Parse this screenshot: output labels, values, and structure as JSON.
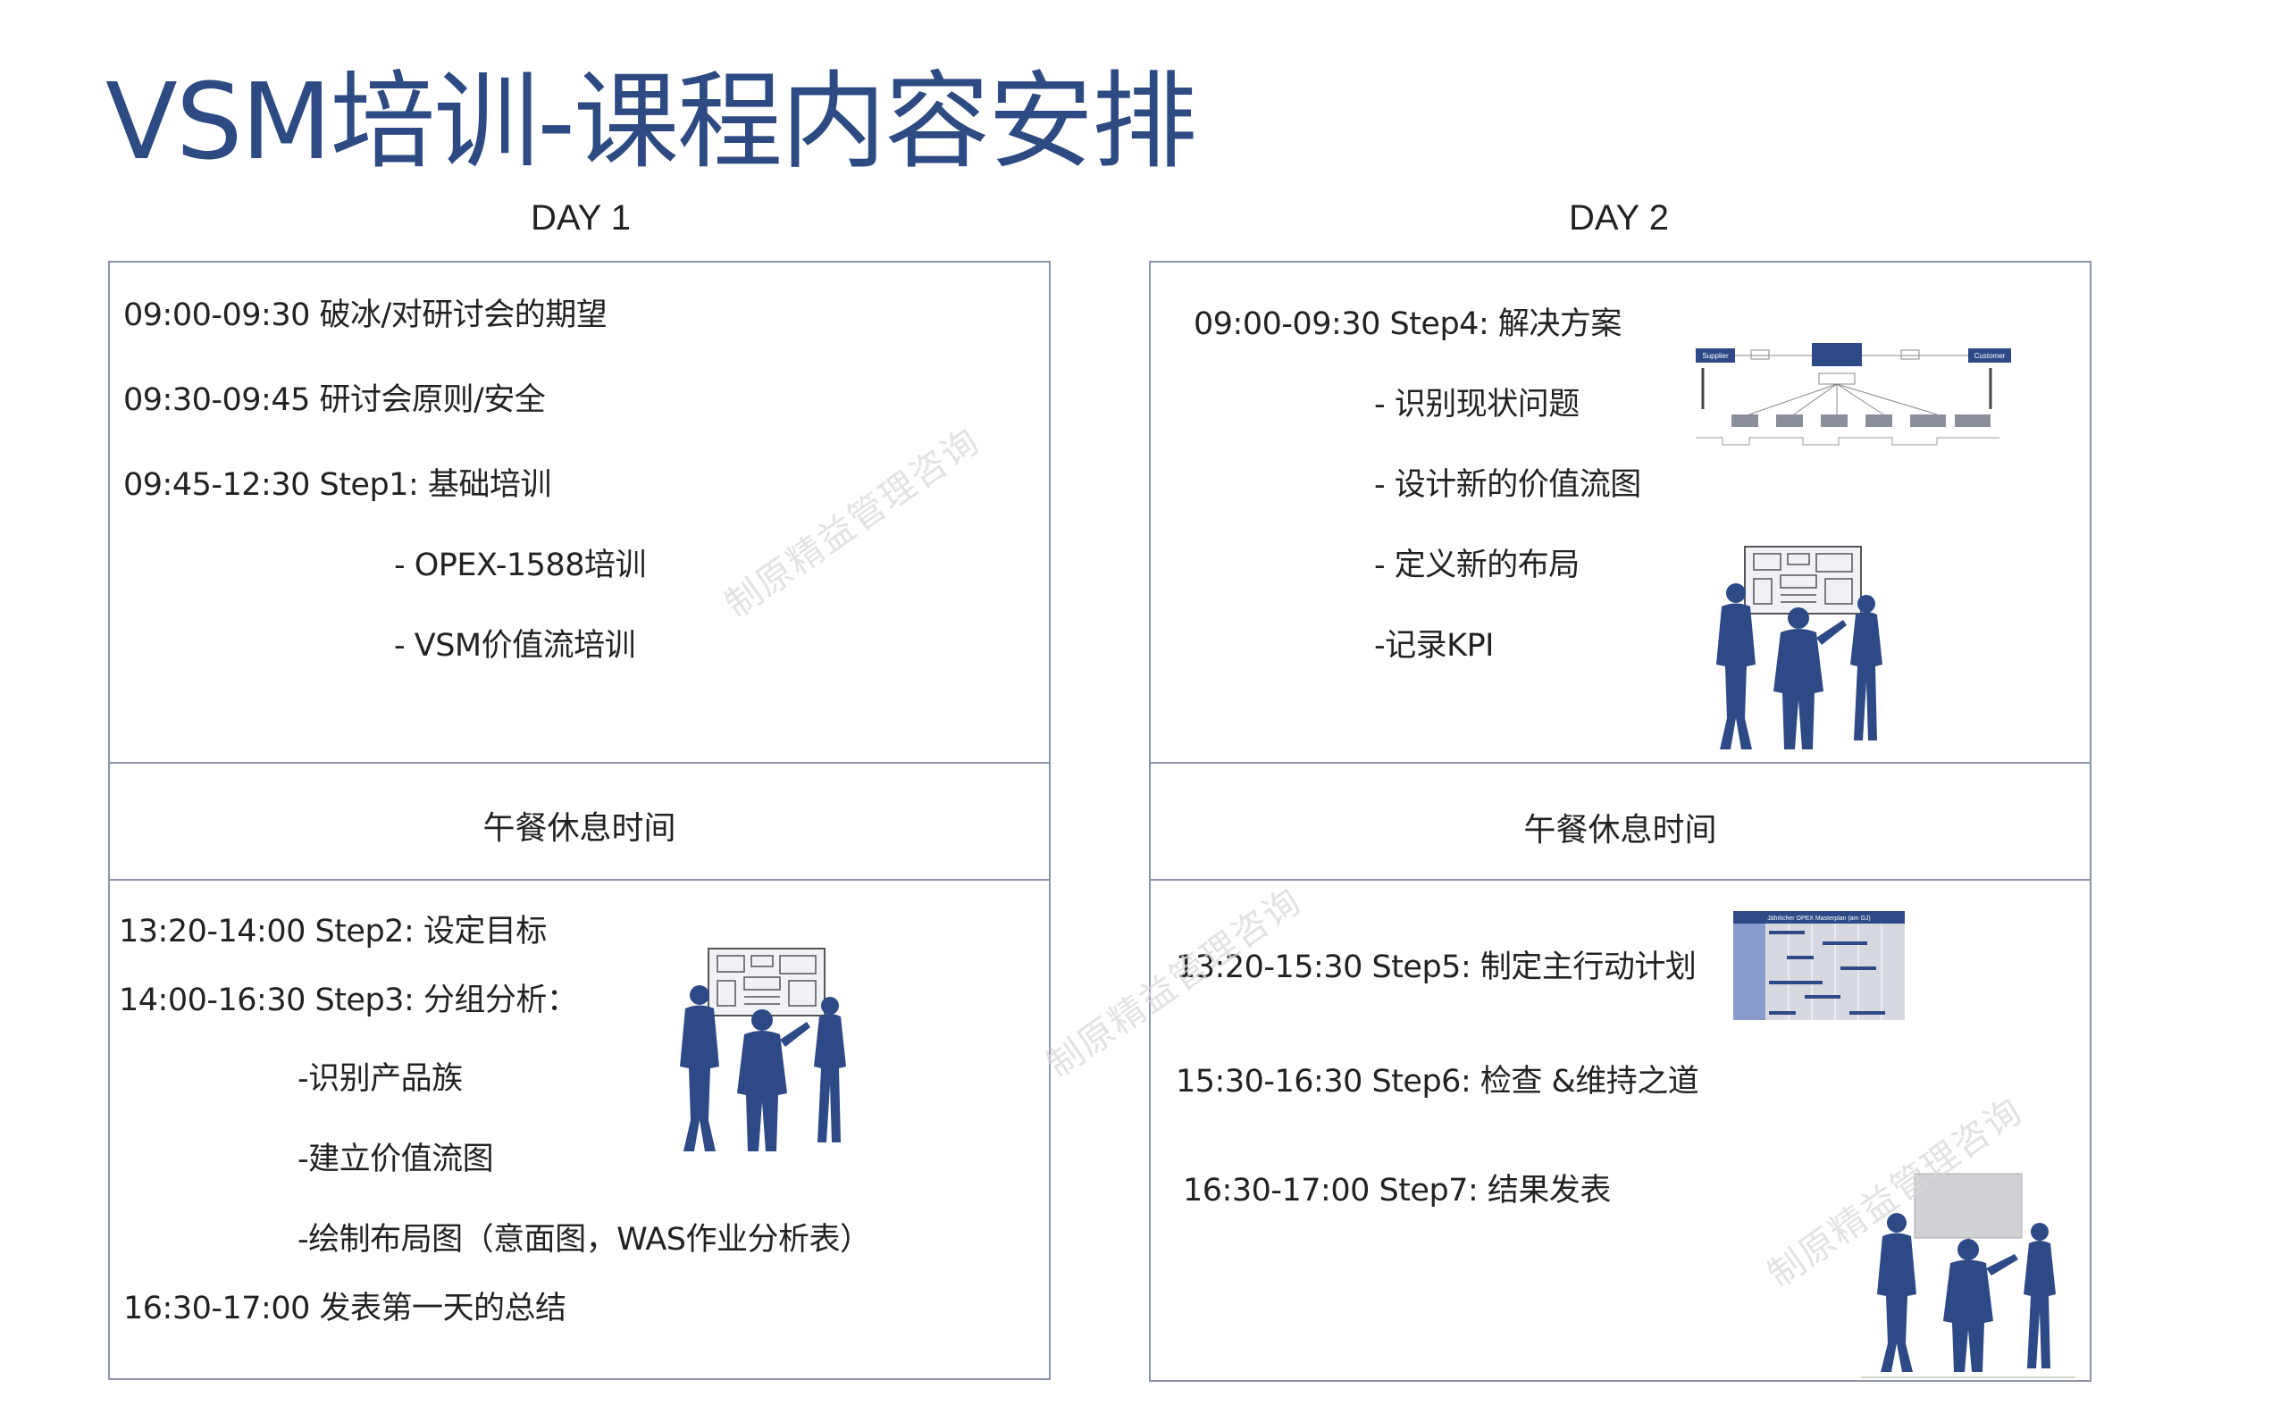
{
  "title": "VSM培训-课程内容安排",
  "day1": {
    "label": "DAY 1",
    "morning": [
      "09:00-09:30 破冰/对研讨会的期望",
      "09:30-09:45 研讨会原则/安全",
      "09:45-12:30 Step1: 基础培训",
      "- OPEX-1588培训",
      "- VSM价值流培训"
    ],
    "lunch": "午餐休息时间",
    "afternoon": [
      "13:20-14:00 Step2: 设定目标",
      "14:00-16:30 Step3: 分组分析：",
      "-识别产品族",
      "-建立价值流图",
      "-绘制布局图（意面图，WAS作业分析表）",
      "16:30-17:00 发表第一天的总结"
    ]
  },
  "day2": {
    "label": "DAY 2",
    "morning": [
      "09:00-09:30 Step4: 解决方案",
      "- 识别现状问题",
      "- 设计新的价值流图",
      "- 定义新的布局",
      "-记录KPI"
    ],
    "lunch": "午餐休息时间",
    "afternoon": [
      "13:20-15:30 Step5: 制定主行动计划",
      "15:30-16:30 Step6: 检查 &维持之道",
      "16:30-17:00 Step7: 结果发表"
    ]
  },
  "vsm_map": {
    "supplier": "Supplier",
    "customer": "Customer"
  },
  "plan_chart": {
    "header": "Jährlicher OPEX Masterplan (am GJ)"
  },
  "watermark": "制原精益管理咨询",
  "colors": {
    "title": "#2d4a82",
    "figure": "#2e4a86",
    "border": "#8c94aa"
  }
}
